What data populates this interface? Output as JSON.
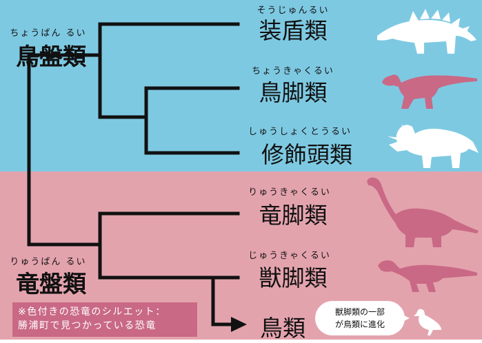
{
  "colors": {
    "top_band": "#7ec9e2",
    "bottom_band": "#e3a3ad",
    "highlight": "#c96985",
    "white_silhouette": "#ffffff",
    "line": "#111111"
  },
  "groups": [
    {
      "ruby": "ちょうばん るい",
      "label": "鳥盤類"
    },
    {
      "ruby": "りゅうばん るい",
      "label": "竜盤類"
    }
  ],
  "taxa": [
    {
      "ruby": "そうじゅんるい",
      "label": "装盾類",
      "silhouette": "stegosaur-icon",
      "colored": false
    },
    {
      "ruby": "ちょうきゃくるい",
      "label": "鳥脚類",
      "silhouette": "hadrosaur-icon",
      "colored": true
    },
    {
      "ruby": "しゅうしょくとうるい",
      "label": "修飾頭類",
      "silhouette": "triceratops-icon",
      "colored": false
    },
    {
      "ruby": "りゅうきゃくるい",
      "label": "竜脚類",
      "silhouette": "sauropod-icon",
      "colored": true
    },
    {
      "ruby": "じゅうきゃくるい",
      "label": "獣脚類",
      "silhouette": "theropod-icon",
      "colored": true
    },
    {
      "ruby": "",
      "label": "鳥類",
      "silhouette": "bird-icon",
      "colored": false
    }
  ],
  "note": {
    "line1": "※色付きの恐竜のシルエット：",
    "line2": "勝浦町で見つかっている恐竜"
  },
  "bubble": {
    "line1": "獣脚類の一部",
    "line2": "が鳥類に進化"
  }
}
